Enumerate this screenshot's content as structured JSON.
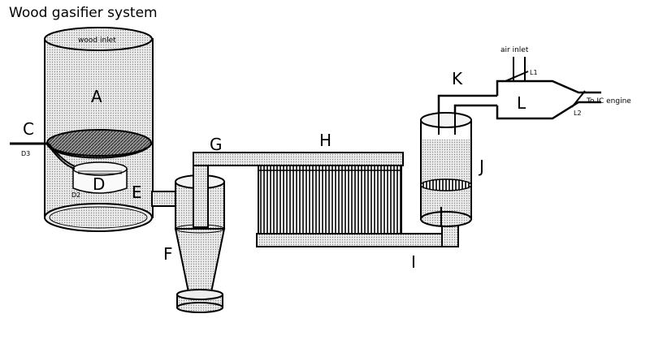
{
  "title": "Wood gasifier system",
  "labels": {
    "wood_inlet": "wood inlet",
    "a": "A",
    "c": "C",
    "d3": "D3",
    "d": "D",
    "d2": "D2",
    "e": "E",
    "f": "F",
    "g": "G",
    "h": "H",
    "i": "I",
    "j": "J",
    "k": "K",
    "l": "L",
    "air_inlet": "air inlet",
    "l1": "L1",
    "l2": "L2",
    "to_engine": "To IC engine"
  },
  "colors": {
    "stroke": "#000000",
    "fill_light": "#d9d9d9",
    "fill_mid": "#bdbdbd",
    "fill_dark": "#3a3a3a"
  }
}
